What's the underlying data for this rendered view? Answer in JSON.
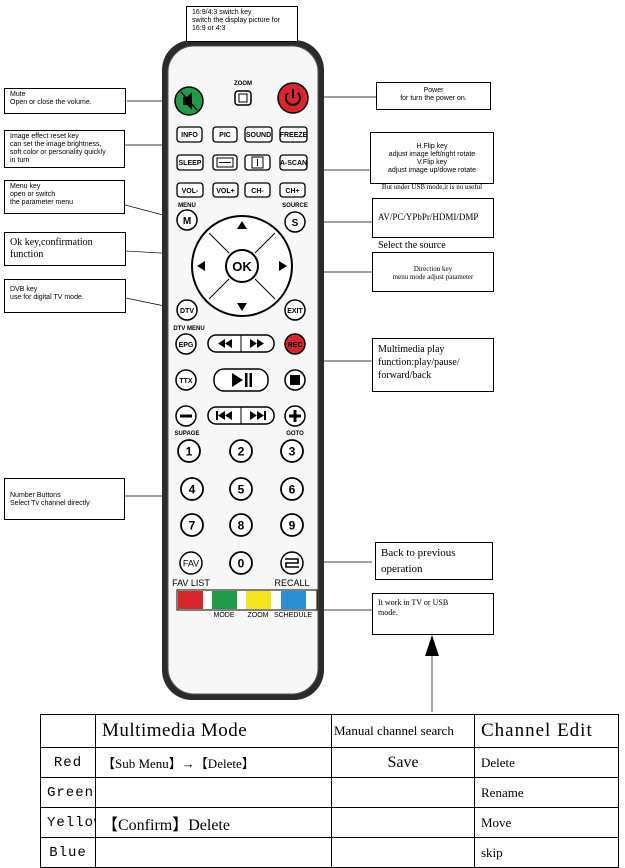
{
  "callouts": {
    "switch_key": "16:9/4:3 switch key\nswitch the display picture for\n16:9 or 4:3",
    "mute": "Mute\nOpen or close the volume.",
    "power": "Power\nfor turn the power on.",
    "image_reset": "Image effect reset key\ncan set the image brightness,\nsoft color or personality quickly\nin turn",
    "flip": "H.Flip key\nadjust image left/right rotate\nV.Flip key\nadjust image up/dowe rotate",
    "flip_note": "But under USB mode,it is no useful",
    "menu_key": "Menu key\nopen or switch\nthe parameter menu",
    "source": "AV/PC/YPbPr/HDMI/DMP",
    "source_select": "Select the source",
    "ok": "Ok key,confirmation\nfunction",
    "direction": "Direction key\nmenu mode  adjust patameter",
    "dvb": "DVB key\nuse for digital TV mode.",
    "multimedia": "Multimedia play\nfunction:play/pause/\nforward/back",
    "number": "Number Buttons\nSelect Tv channel directly",
    "back": "Back to previous\noperation",
    "tv_usb": "It work in TV or USB\nmode."
  },
  "remote": {
    "zoom_top": "ZOOM",
    "info": "INFO",
    "pic": "PIC",
    "sound": "SOUND",
    "freeze": "FREEZE",
    "sleep": "SLEEP",
    "ascan": "A-SCAN",
    "vol_minus": "VOL-",
    "vol_plus": "VOL+",
    "ch_minus": "CH-",
    "ch_plus": "CH+",
    "menu_label": "MENU",
    "menu_btn": "M",
    "source_label": "SOURCE",
    "source_btn": "S",
    "ok": "OK",
    "dtv": "DTV",
    "exit": "EXIT",
    "dtv_menu": "DTV  MENU",
    "epg": "EPG",
    "rec": "REC",
    "ttx": "TTX",
    "subpage": "SUPAGE",
    "goto": "GOTO",
    "n1": "1",
    "n2": "2",
    "n3": "3",
    "n4": "4",
    "n5": "5",
    "n6": "6",
    "n7": "7",
    "n8": "8",
    "n9": "9",
    "fav": "FAV",
    "n0": "0",
    "fav_list": "FAV LIST",
    "recall": "RECALL",
    "mode": "MODE",
    "zoom": "ZOOM",
    "schedule": "SCHEDULE"
  },
  "colors": {
    "red": "#d9262c",
    "green": "#1e9c48",
    "yellow": "#f2e51c",
    "blue": "#2a8fd8",
    "body": "#2b2b2b"
  },
  "table": {
    "headers": [
      "",
      "Multimedia Mode",
      "Manual channel search",
      "Channel  Edit"
    ],
    "rows": [
      {
        "color": "Red",
        "multimedia": "【Sub  Menu】→【Delete】",
        "manual": "Save",
        "edit": "Delete"
      },
      {
        "color": "Green",
        "multimedia": "",
        "manual": "",
        "edit": "Rename"
      },
      {
        "color": "Yellow",
        "multimedia": "【Confirm】Delete",
        "manual": "",
        "edit": "Move"
      },
      {
        "color": "Blue",
        "multimedia": "",
        "manual": "",
        "edit": "skip"
      }
    ]
  }
}
